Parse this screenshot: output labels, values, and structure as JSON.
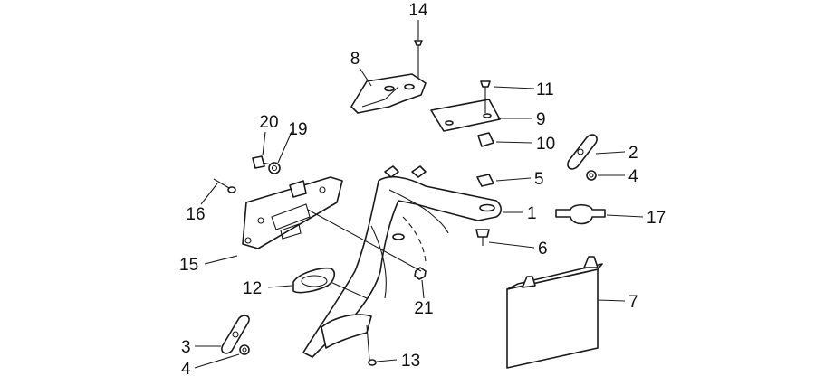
{
  "diagram": {
    "callouts": [
      {
        "id": "c14",
        "text": "14"
      },
      {
        "id": "c8",
        "text": "8"
      },
      {
        "id": "c11",
        "text": "11"
      },
      {
        "id": "c9",
        "text": "9"
      },
      {
        "id": "c10",
        "text": "10"
      },
      {
        "id": "c20",
        "text": "20"
      },
      {
        "id": "c19",
        "text": "19"
      },
      {
        "id": "c2",
        "text": "2"
      },
      {
        "id": "c4a",
        "text": "4"
      },
      {
        "id": "c5",
        "text": "5"
      },
      {
        "id": "c1",
        "text": "1"
      },
      {
        "id": "c17",
        "text": "17"
      },
      {
        "id": "c16",
        "text": "16"
      },
      {
        "id": "c6",
        "text": "6"
      },
      {
        "id": "c15",
        "text": "15"
      },
      {
        "id": "c7",
        "text": "7"
      },
      {
        "id": "c12",
        "text": "12"
      },
      {
        "id": "c21",
        "text": "21"
      },
      {
        "id": "c3",
        "text": "3"
      },
      {
        "id": "c4b",
        "text": "4"
      },
      {
        "id": "c13",
        "text": "13"
      }
    ]
  }
}
